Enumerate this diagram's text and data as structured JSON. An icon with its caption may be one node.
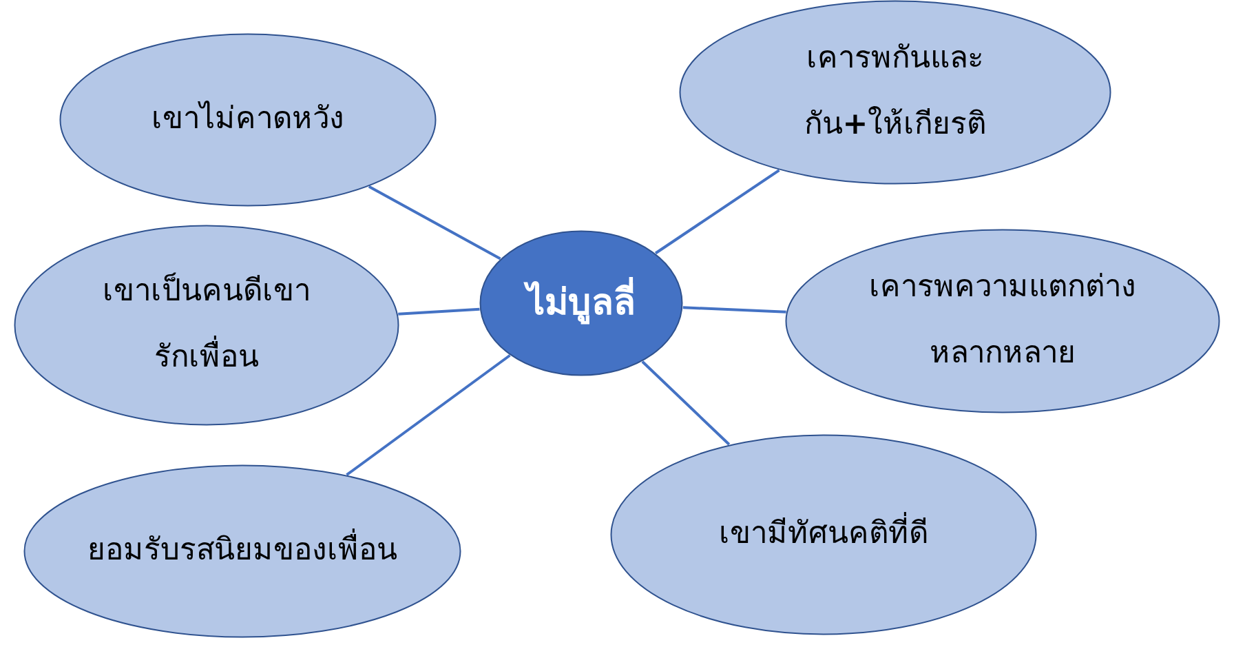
{
  "diagram": {
    "nodes": [
      {
        "text": [
          "ไม่บูลลี่"
        ]
      },
      {
        "text": [
          "เขาไม่คาดหวัง"
        ]
      },
      {
        "text": [
          "เคารพกันและกัน**+**ให้เกียรติ"
        ]
      },
      {
        "text": [
          "เขาเป็นคนดีเขารักเพื่อน"
        ]
      },
      {
        "text": [
          "เคารพความแตกต่างหลากหลาย"
        ]
      },
      {
        "text": [
          "ยอมรับรสนิยมของเพื่อน"
        ]
      },
      {
        "text": [
          "เขามีทัศนคติที่ดี"
        ]
      }
    ],
    "edges": [
      {
        "from": 0,
        "to": 1,
        "arrow": "none"
      },
      {
        "from": 0,
        "to": 2,
        "arrow": "none"
      },
      {
        "from": 0,
        "to": 3,
        "arrow": "none"
      },
      {
        "from": 0,
        "to": 4,
        "arrow": "none"
      },
      {
        "from": 0,
        "to": 5,
        "arrow": "none"
      },
      {
        "from": 0,
        "to": 6,
        "arrow": "none"
      }
    ]
  }
}
